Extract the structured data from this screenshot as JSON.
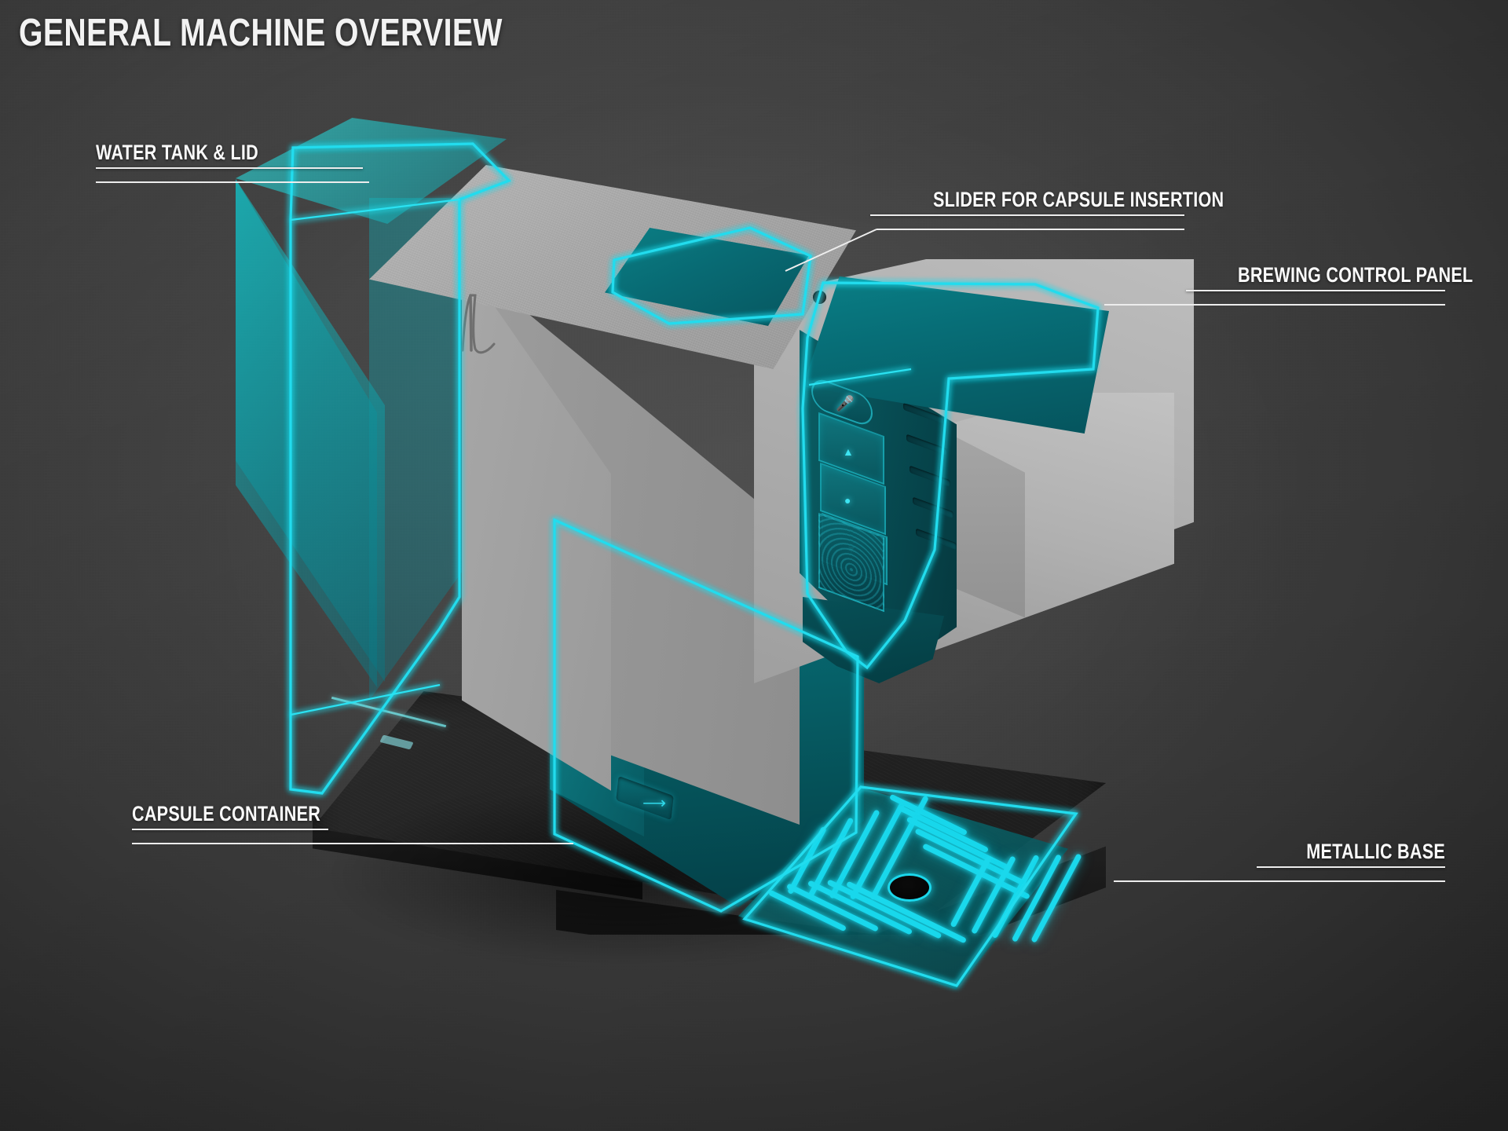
{
  "page": {
    "title": "GENERAL MACHINE OVERVIEW",
    "background_color": "#3b3b3b",
    "accent_color": "#21dcee",
    "highlight_fill_color": "#0a6b72",
    "body_color": "#a9a9a9",
    "base_color": "#1d1d1d",
    "label_color": "#fafafa"
  },
  "callouts": [
    {
      "id": "water-tank",
      "label": "WATER TANK & LID",
      "align": "left",
      "highlighted_part": "water tank and lid",
      "part_color": "#21dcee"
    },
    {
      "id": "slider",
      "label": "SLIDER FOR CAPSULE INSERTION",
      "align": "right",
      "highlighted_part": "top slider panel",
      "part_color": "#0a7f85"
    },
    {
      "id": "brewing-control-panel",
      "label": "BREWING CONTROL PANEL",
      "align": "right",
      "highlighted_part": "control panel with buttons",
      "part_color": "#0a7f86"
    },
    {
      "id": "capsule-container",
      "label": "CAPSULE CONTAINER",
      "align": "left",
      "highlighted_part": "used capsule container door",
      "part_color": "#07666e"
    },
    {
      "id": "metallic-base",
      "label": "METALLIC BASE",
      "align": "right",
      "highlighted_part": "drip tray grille on metallic base",
      "part_color": "#1ad8ec"
    }
  ],
  "control_panel": {
    "mic_icon": "microphone-icon",
    "buttons": [
      {
        "icon": "chevron-up-icon",
        "glyph": "▲"
      },
      {
        "icon": "dot-icon",
        "glyph": "●"
      },
      {
        "icon": "chevron-down-icon",
        "glyph": "▼"
      }
    ],
    "mesh_pad_icon": "speaker-mesh-icon"
  },
  "machine": {
    "brand_logo_icon": "nespresso-n-logo",
    "power_button_icon": "power-dot-icon",
    "capsule_release_icon": "arrow-right-icon",
    "drip_tray_icon": "drip-hole-icon"
  }
}
